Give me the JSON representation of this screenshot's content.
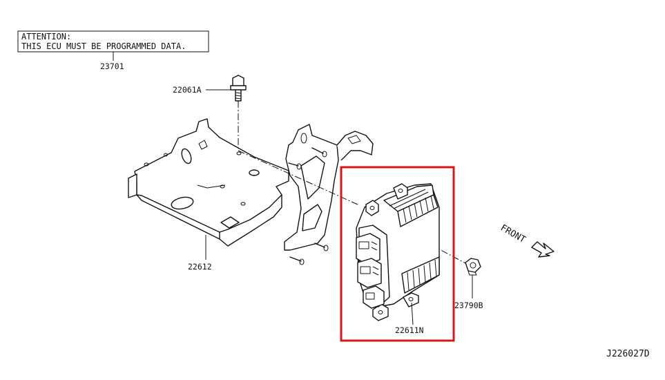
{
  "attention_note": {
    "line1": "ATTENTION:",
    "line2": "THIS ECU MUST BE PROGRAMMED DATA."
  },
  "parts": [
    {
      "id": "note",
      "number": "23701"
    },
    {
      "id": "bolt",
      "number": "22061A"
    },
    {
      "id": "bracket",
      "number": "22612"
    },
    {
      "id": "ecu",
      "number": "22611N"
    },
    {
      "id": "nut",
      "number": "23790B"
    }
  ],
  "front_label": "FRONT",
  "diagram_code": "J226027D",
  "highlight_color": "#d9141b"
}
